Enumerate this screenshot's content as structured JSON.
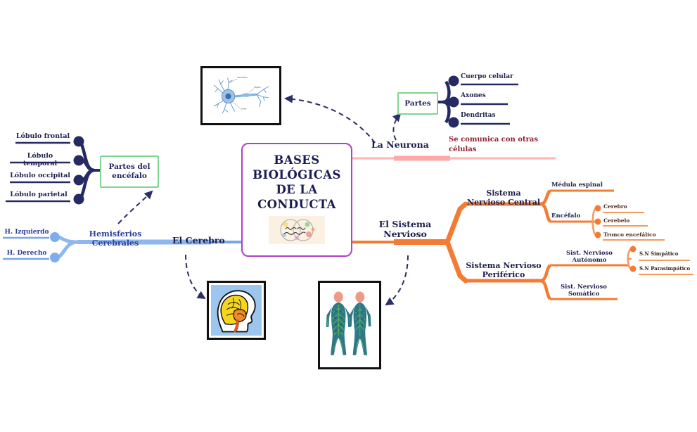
{
  "diagram": {
    "title": "Bases Biológicas de la Conducta",
    "type": "mindmap",
    "center": {
      "label": "BASES\nBIOLÓGICAS\nDE LA\nCONDUCTA",
      "line1": "BASES",
      "line2": "BIOLÓGICAS",
      "line3": "DE LA",
      "line4": "CONDUCTA",
      "border_color": "#b040c8",
      "thumbnail_alt": "Bases biológicas del comportamiento"
    },
    "branches": {
      "cerebro": {
        "label": "El Cerebro",
        "color": "#79a6ea",
        "children": {
          "partes_encefalo": {
            "label_line1": "Partes del",
            "label_line2": "encéfalo",
            "box_color": "#7ed694",
            "items": [
              "Lóbulo frontal",
              "Lóbulo temporal",
              "Lóbulo occipital",
              "Lóbulo parietal"
            ]
          },
          "hemisferios": {
            "label_line1": "Hemisferios",
            "label_line2": "Cerebrales",
            "items": [
              "H. Izquierdo",
              "H. Derecho"
            ]
          }
        }
      },
      "neurona": {
        "label": "La Neurona",
        "color": "#ffa8a8",
        "children": {
          "partes": {
            "label": "Partes",
            "box_color": "#7ed694",
            "items": [
              "Cuerpo celular",
              "Axones",
              "Dendritas"
            ]
          },
          "comunica": {
            "label_line1": "Se comunica con otras",
            "label_line2": "células",
            "text_color": "#8e2230"
          }
        }
      },
      "sistema_nervioso": {
        "label_line1": "El Sistema",
        "label_line2": "Nervioso",
        "color": "#f47b32",
        "children": {
          "central": {
            "label_line1": "Sistema",
            "label_line2": "Nervioso Central",
            "items": [
              {
                "label": "Médula espinal",
                "children": []
              },
              {
                "label": "Encéfalo",
                "children": [
                  "Cerebro",
                  "Cerebelo",
                  "Tronco encefálico"
                ]
              }
            ]
          },
          "periferico": {
            "label_line1": "Sistema Nervioso",
            "label_line2": "Periférico",
            "items": [
              {
                "label_line1": "Sist. Nervioso",
                "label_line2": "Autónomo",
                "children": [
                  "S.N Simpático",
                  "S.N Parasimpático"
                ]
              },
              {
                "label_line1": "Sist. Nervioso",
                "label_line2": "Somático",
                "children": []
              }
            ]
          }
        }
      }
    },
    "images": [
      {
        "name": "neuron-diagram",
        "alt": "Diagrama de una neurona"
      },
      {
        "name": "brain-head-illustration",
        "alt": "Ilustración de cabeza con cerebro"
      },
      {
        "name": "nervous-system-figures",
        "alt": "Figuras del sistema nervioso humano"
      }
    ]
  }
}
